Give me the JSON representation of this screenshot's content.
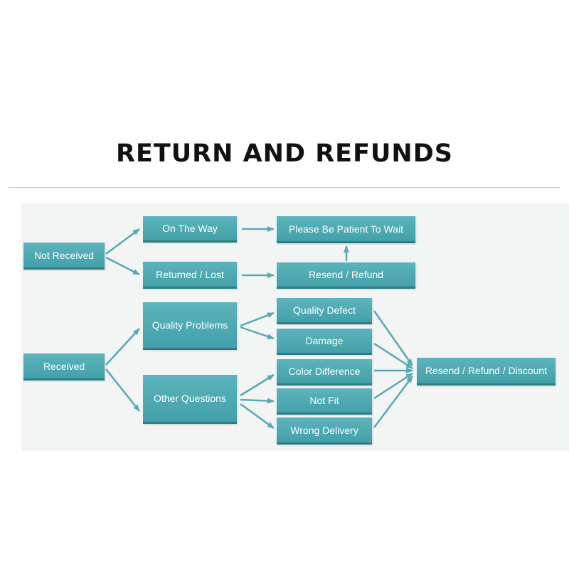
{
  "title": "RETURN AND REFUNDS",
  "colors": {
    "node_fill": "#4ea9b1",
    "node_edge": "#2d7d85",
    "arrow": "#58a9b1",
    "panel": "#f3f5f5"
  },
  "nodes": {
    "not_received": "Not Received",
    "on_the_way": "On The Way",
    "returned_lost": "Returned / Lost",
    "please_wait": "Please Be Patient To Wait",
    "resend_refund": "Resend / Refund",
    "received": "Received",
    "quality_problems": "Quality Problems",
    "other_questions": "Other Questions",
    "quality_defect": "Quality Defect",
    "damage": "Damage",
    "color_difference": "Color Difference",
    "not_fit": "Not Fit",
    "wrong_delivery": "Wrong Delivery",
    "resend_refund_discount": "Resend / Refund / Discount"
  },
  "edges": [
    [
      "not_received",
      "on_the_way"
    ],
    [
      "not_received",
      "returned_lost"
    ],
    [
      "on_the_way",
      "please_wait"
    ],
    [
      "returned_lost",
      "resend_refund"
    ],
    [
      "resend_refund",
      "please_wait"
    ],
    [
      "received",
      "quality_problems"
    ],
    [
      "received",
      "other_questions"
    ],
    [
      "quality_problems",
      "quality_defect"
    ],
    [
      "quality_problems",
      "damage"
    ],
    [
      "other_questions",
      "color_difference"
    ],
    [
      "other_questions",
      "not_fit"
    ],
    [
      "other_questions",
      "wrong_delivery"
    ],
    [
      "quality_defect",
      "resend_refund_discount"
    ],
    [
      "damage",
      "resend_refund_discount"
    ],
    [
      "color_difference",
      "resend_refund_discount"
    ],
    [
      "not_fit",
      "resend_refund_discount"
    ],
    [
      "wrong_delivery",
      "resend_refund_discount"
    ]
  ]
}
